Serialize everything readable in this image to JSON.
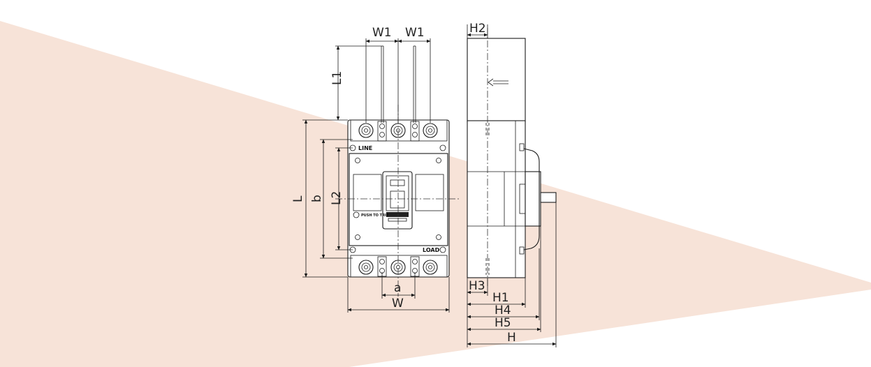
{
  "colors": {
    "background": "#ffffff",
    "wedge": "#f7e3d8",
    "line": "#1a1a1a"
  },
  "front_view": {
    "labels": {
      "line": "LINE",
      "load": "LOAD",
      "push_to_trip": "PUSH TO TRIP"
    }
  },
  "dimensions": {
    "W1_left": "W1",
    "W1_right": "W1",
    "L1": "L1",
    "L": "L",
    "b": "b",
    "L2": "L2",
    "a": "a",
    "W": "W",
    "H2": "H2",
    "H3": "H3",
    "H1": "H1",
    "H4": "H4",
    "H5": "H5",
    "H": "H"
  }
}
